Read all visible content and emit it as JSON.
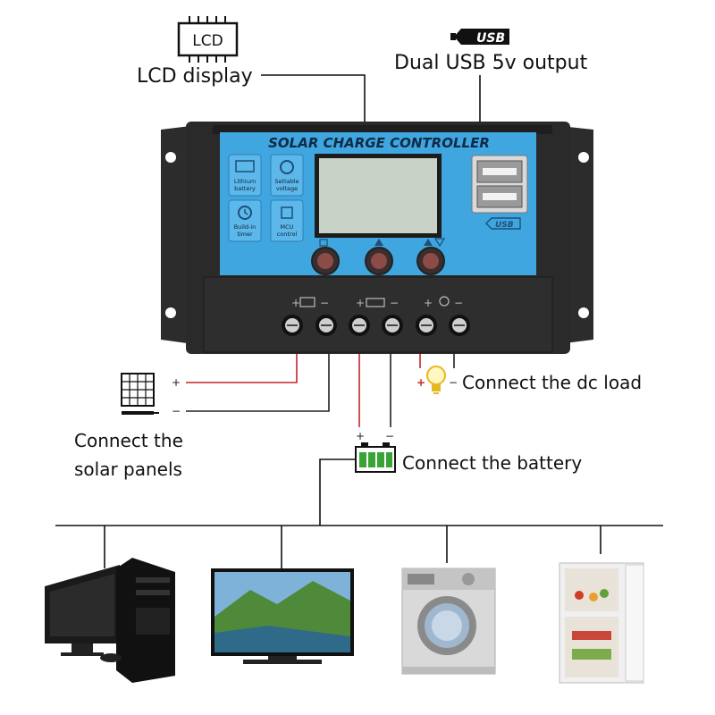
{
  "callouts": {
    "lcd_icon_text": "LCD",
    "lcd_display": "LCD display",
    "usb_icon_text": "USB",
    "usb_output": "Dual USB 5v output",
    "dc_load": "Connect the dc load",
    "battery": "Connect the battery",
    "solar_line1": "Connect  the",
    "solar_line2": "solar panels"
  },
  "controller": {
    "title": "SOLAR CHARGE CONTROLLER",
    "features": [
      {
        "line1": "Lithium",
        "line2": "battery"
      },
      {
        "line1": "Settable",
        "line2": "voltage"
      },
      {
        "line1": "Build-in",
        "line2": "timer"
      },
      {
        "line1": "MCU",
        "line2": "control"
      }
    ],
    "usb_badge": "USB"
  },
  "polarity": {
    "plus": "+",
    "minus": "−"
  },
  "colors": {
    "controller_body": "#2b2b2b",
    "front_panel": "#3fa6e0",
    "lcd_screen": "#c9d2c6",
    "positive_wire": "#c0282a",
    "negative_wire": "#222222",
    "battery_green": "#3aa335",
    "bulb_yellow": "#e6b820"
  }
}
